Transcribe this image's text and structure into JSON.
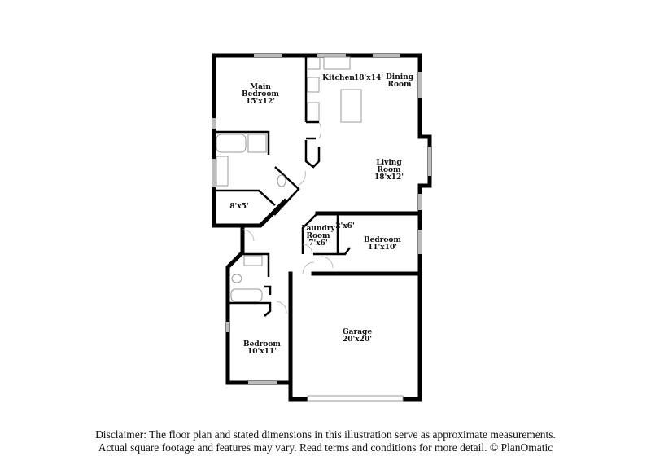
{
  "rooms": {
    "main_bedroom": {
      "name_line1": "Main",
      "name_line2": "Bedroom",
      "size": "15'x12'"
    },
    "kitchen": {
      "name": "Kitchen",
      "size": "18'x14'"
    },
    "dining": {
      "name_line1": "Dining",
      "name_line2": "Room"
    },
    "living": {
      "name_line1": "Living",
      "name_line2": "Room",
      "size": "18'x12'"
    },
    "closet_main": {
      "size": "8'x5'"
    },
    "laundry": {
      "name_line1": "Laundry",
      "name_line2": "Room",
      "size": "7'x6'"
    },
    "closet_small": {
      "size": "2'x6'"
    },
    "bedroom2": {
      "name": "Bedroom",
      "size": "11'x10'"
    },
    "garage": {
      "name": "Garage",
      "size": "20'x20'"
    },
    "bedroom3": {
      "name": "Bedroom",
      "size": "10'x11'"
    }
  },
  "disclaimer": {
    "line1": "Disclaimer: The floor plan and stated dimensions in this illustration serve as approximate measurements.",
    "line2": "Actual square footage and features may vary. Read terms and conditions for more detail. © PlanOmatic"
  }
}
